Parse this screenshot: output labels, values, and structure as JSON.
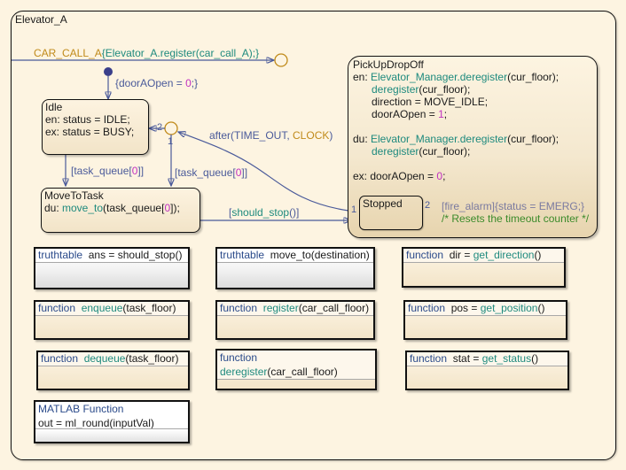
{
  "chart": {
    "title": "Elevator_A"
  },
  "transitions": {
    "car_call": {
      "event": "CAR_CALL_A",
      "action": "{Elevator_A.register(car_call_A);}"
    },
    "default": {
      "action_prefix": "{doorAOpen = ",
      "action_value": "0",
      "action_suffix": ";}"
    },
    "idle_to_move": {
      "prefix": "[task_queue[",
      "value": "0",
      "suffix": "]]"
    },
    "junction_to_move": {
      "prefix": "[task_queue[",
      "value": "0",
      "suffix": "]]",
      "order": "1"
    },
    "junction_to_idle": {
      "order": "2"
    },
    "timeout": {
      "prefix": "after(TIME_OUT, ",
      "clock": "CLOCK",
      "suffix": ")"
    },
    "should_stop": {
      "prefix": "[",
      "fn": "should_stop",
      "suffix": "()]"
    },
    "stopped_in": {
      "order": "1"
    },
    "fire_alarm": {
      "order": "2",
      "condition": "[fire_alarm]{status = EMERG;}",
      "comment": "/* Resets the timeout counter */"
    }
  },
  "states": {
    "idle": {
      "name": "Idle",
      "entry": "en: status = IDLE;",
      "exit": "ex: status = BUSY;"
    },
    "move_to_task": {
      "name": "MoveToTask",
      "du_prefix": "du: ",
      "du_fn": "move_to",
      "du_arg1": "(task_queue[",
      "du_value": "0",
      "du_arg2": "]);"
    },
    "pickup": {
      "name": "PickUpDropOff",
      "en_prefix": "en: ",
      "en_fn1": "Elevator_Manager.deregister",
      "en_arg1": "(cur_floor);",
      "en_fn2": "deregister",
      "en_arg2": "(cur_floor);",
      "en_line3": "direction = MOVE_IDLE;",
      "en_line4_prefix": "doorAOpen = ",
      "en_line4_value": "1",
      "en_line4_suffix": ";",
      "du_prefix": "du: ",
      "du_fn1": "Elevator_Manager.deregister",
      "du_arg1": "(cur_floor);",
      "du_fn2": "deregister",
      "du_arg2": "(cur_floor);",
      "ex_prefix": "ex: doorAOpen = ",
      "ex_value": "0",
      "ex_suffix": ";"
    },
    "stopped": {
      "name": "Stopped"
    }
  },
  "functions": [
    {
      "kind": "truthtable",
      "pre": "ans = ",
      "name": "should_stop",
      "args": "()"
    },
    {
      "kind": "truthtable",
      "pre": "",
      "name": "move_to",
      "args": "(destination)"
    },
    {
      "kind": "function",
      "pre": "dir = ",
      "name": "get_direction",
      "args": "()"
    },
    {
      "kind": "function",
      "pre": "",
      "name": "enqueue",
      "args": "(task_floor)"
    },
    {
      "kind": "function",
      "pre": "",
      "name": "register",
      "args": "(car_call_floor)"
    },
    {
      "kind": "function",
      "pre": "pos = ",
      "name": "get_position",
      "args": "()"
    },
    {
      "kind": "function",
      "pre": "",
      "name": "dequeue",
      "args": "(task_floor)"
    },
    {
      "kind": "function",
      "pre": "",
      "name": "deregister",
      "args": "(car_call_floor)"
    },
    {
      "kind": "function",
      "pre": "stat = ",
      "name": "get_status",
      "args": "()"
    }
  ],
  "matlab_function": {
    "kind": "MATLAB Function",
    "signature": "out = ml_round(inputVal)"
  },
  "colors": {
    "background": "#fdf4e1",
    "transition": "#4a5a9a",
    "junction": "#c08a1a",
    "function_name": "#1e8a7e",
    "number": "#c030c0",
    "comment": "#3a8a2a"
  }
}
